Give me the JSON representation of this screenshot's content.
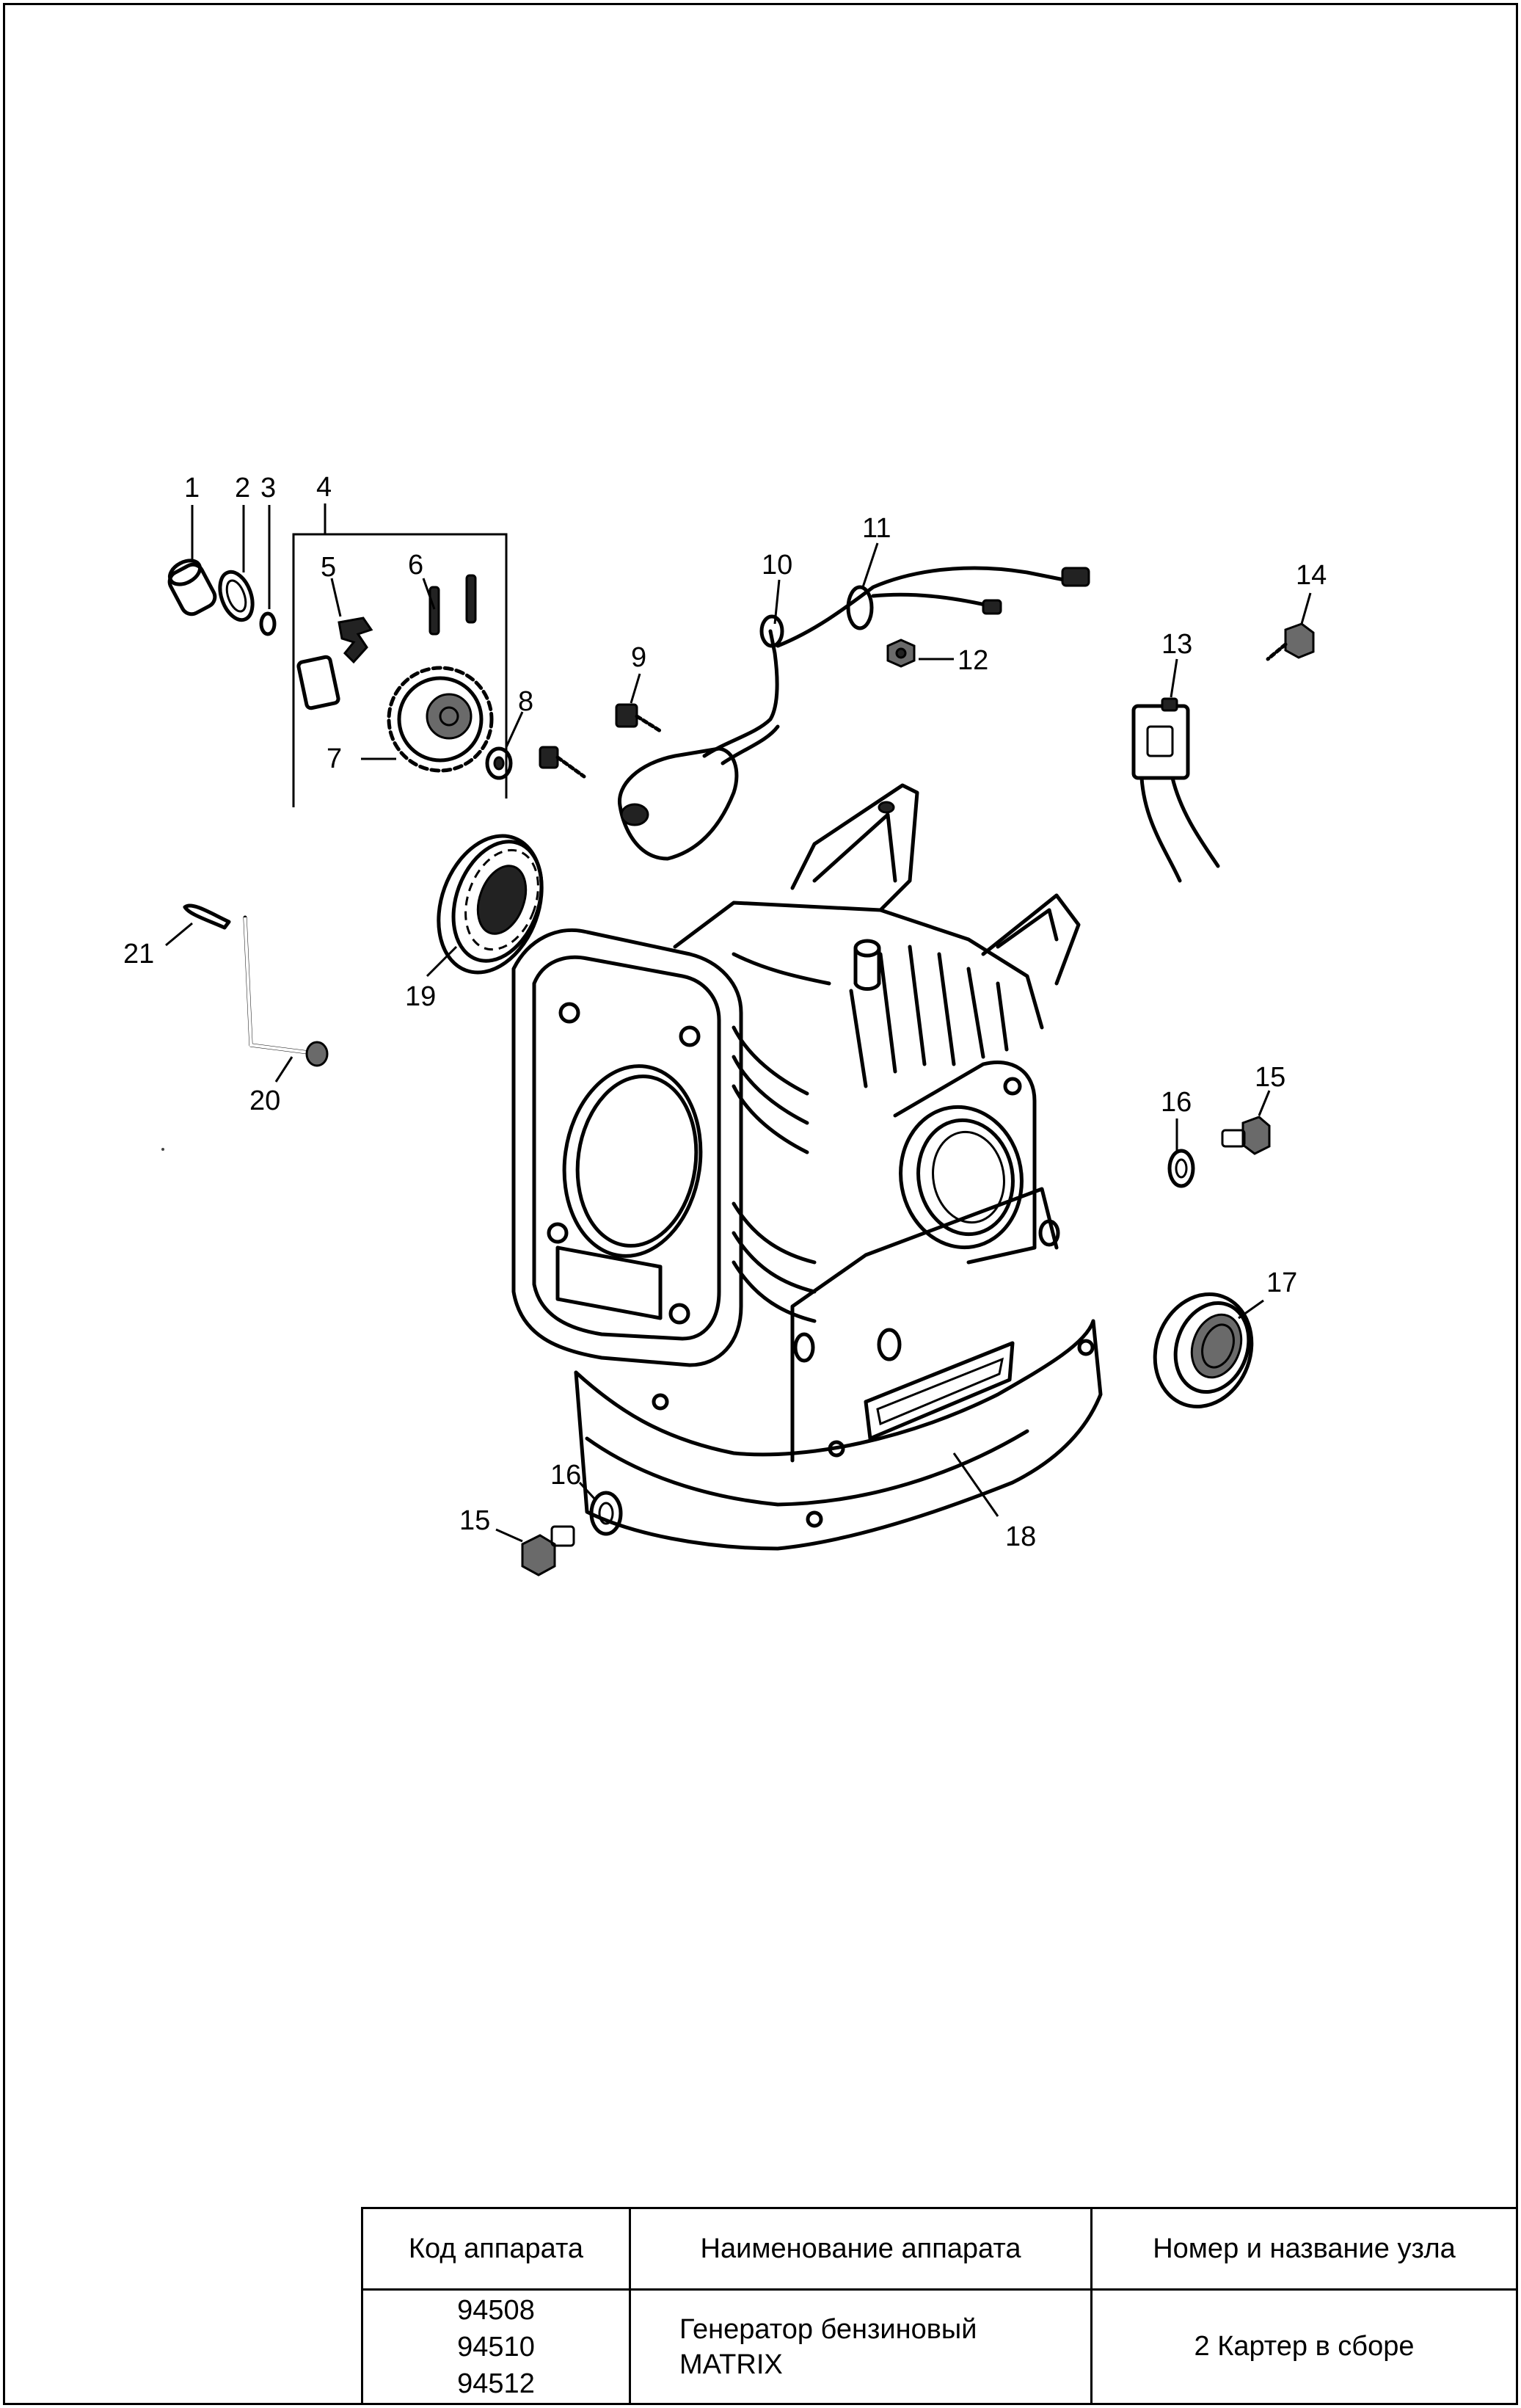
{
  "callouts": {
    "c1": "1",
    "c2": "2",
    "c3": "3",
    "c4": "4",
    "c5": "5",
    "c6": "6",
    "c7": "7",
    "c8": "8",
    "c9": "9",
    "c10": "10",
    "c11": "11",
    "c12": "12",
    "c13": "13",
    "c14": "14",
    "c15a": "15",
    "c15b": "15",
    "c16a": "16",
    "c16b": "16",
    "c17": "17",
    "c18": "18",
    "c19": "19",
    "c20": "20",
    "c21": "21"
  },
  "title_block": {
    "headers": {
      "code": "Код аппарата",
      "device_name": "Наименование аппарата",
      "assembly": "Номер и название узла"
    },
    "codes": [
      "94508",
      "94510",
      "94512"
    ],
    "device_name_line1": "Генератор бензиновый",
    "device_name_line2": "MATRIX",
    "assembly": "2 Картер в сборе"
  }
}
